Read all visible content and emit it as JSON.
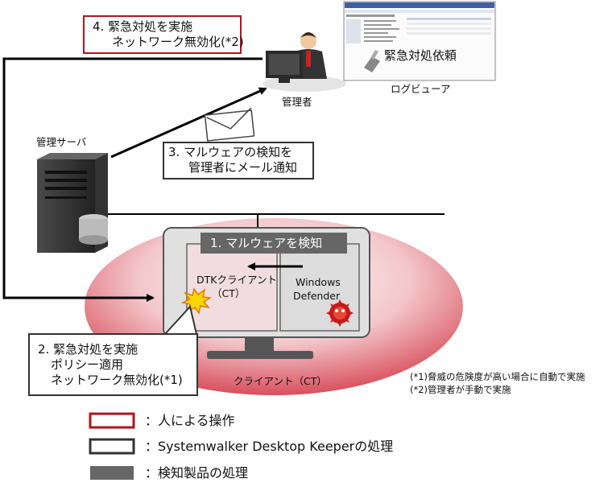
{
  "step4": {
    "line1": "4.  緊急対処を実施",
    "line2": "ネットワーク無効化(*2)"
  },
  "step3": {
    "line1": "3.  マルウェアの検知を",
    "line2": "管理者にメール通知"
  },
  "step2": {
    "line1": "2.  緊急対処を実施",
    "line2": "ポリシー適用",
    "line3": "ネットワーク無効化(*1)"
  },
  "step1": {
    "label": "1.  マルウェアを検知"
  },
  "labels": {
    "admin": "管理者",
    "server": "管理サーバ",
    "log_viewer": "ログビューア",
    "emergency_request": "緊急対処依頼",
    "dtk_line1": "DTKクライアント",
    "dtk_line2": "（CT）",
    "defender_line1": "Windows",
    "defender_line2": "Defender",
    "client": "クライアント（CT）"
  },
  "notes": [
    "(*1)脅威の危険度が高い場合に自動で実施",
    "(*2)管理者が手動で実施"
  ],
  "legend": [
    {
      "label": "：人による操作",
      "color": "#b3141d",
      "style": "outline"
    },
    {
      "label": "：Systemwalker  Desktop Keeperの処理",
      "color": "#333333",
      "style": "outline"
    },
    {
      "label": "：検知製品の処理",
      "color": "#666666",
      "style": "filled"
    }
  ]
}
